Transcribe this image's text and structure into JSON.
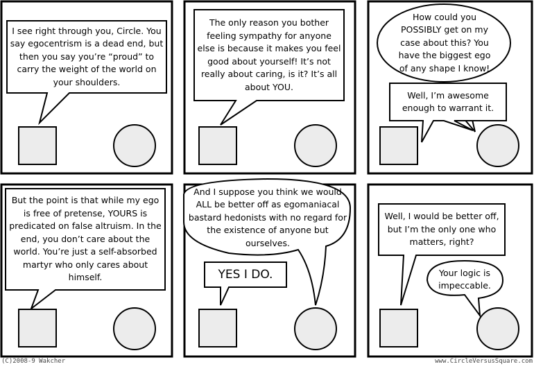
{
  "panels": [
    {
      "dialogue": [
        "I see right through you, Circle. You say egocentrism is a dead end, but then you say you’re “proud” to carry the weight of the world on your shoulders."
      ]
    },
    {
      "dialogue": [
        "The only reason you bother feeling sympathy for anyone else is because it makes you feel good about yourself! It’s not really about caring, is it? It’s all about YOU."
      ]
    },
    {
      "dialogue": [
        "How could you POSSIBLY get on my case about this? You have the biggest ego of any shape I know!",
        "Well, I’m awesome enough to warrant it."
      ]
    },
    {
      "dialogue": [
        "But the point is that while my ego is free of pretense, YOURS is predicated on false altruism. In the end, you don’t care about the world. You’re just a self-absorbed martyr who only cares about himself."
      ]
    },
    {
      "dialogue": [
        "And I suppose you think we would ALL be better off as egomaniacal bastard hedonists with no regard for the existence of anyone but ourselves.",
        "YES I DO."
      ]
    },
    {
      "dialogue": [
        "Well, I would be better off, but I’m the only one who matters, right?",
        "Your logic is impeccable."
      ]
    }
  ],
  "footer": {
    "copyright": "(C)2008-9 Wakcher",
    "website": "www.CircleVersusSquare.com"
  },
  "colors": {
    "shape_fill": "#ececec",
    "ink": "#000000"
  }
}
